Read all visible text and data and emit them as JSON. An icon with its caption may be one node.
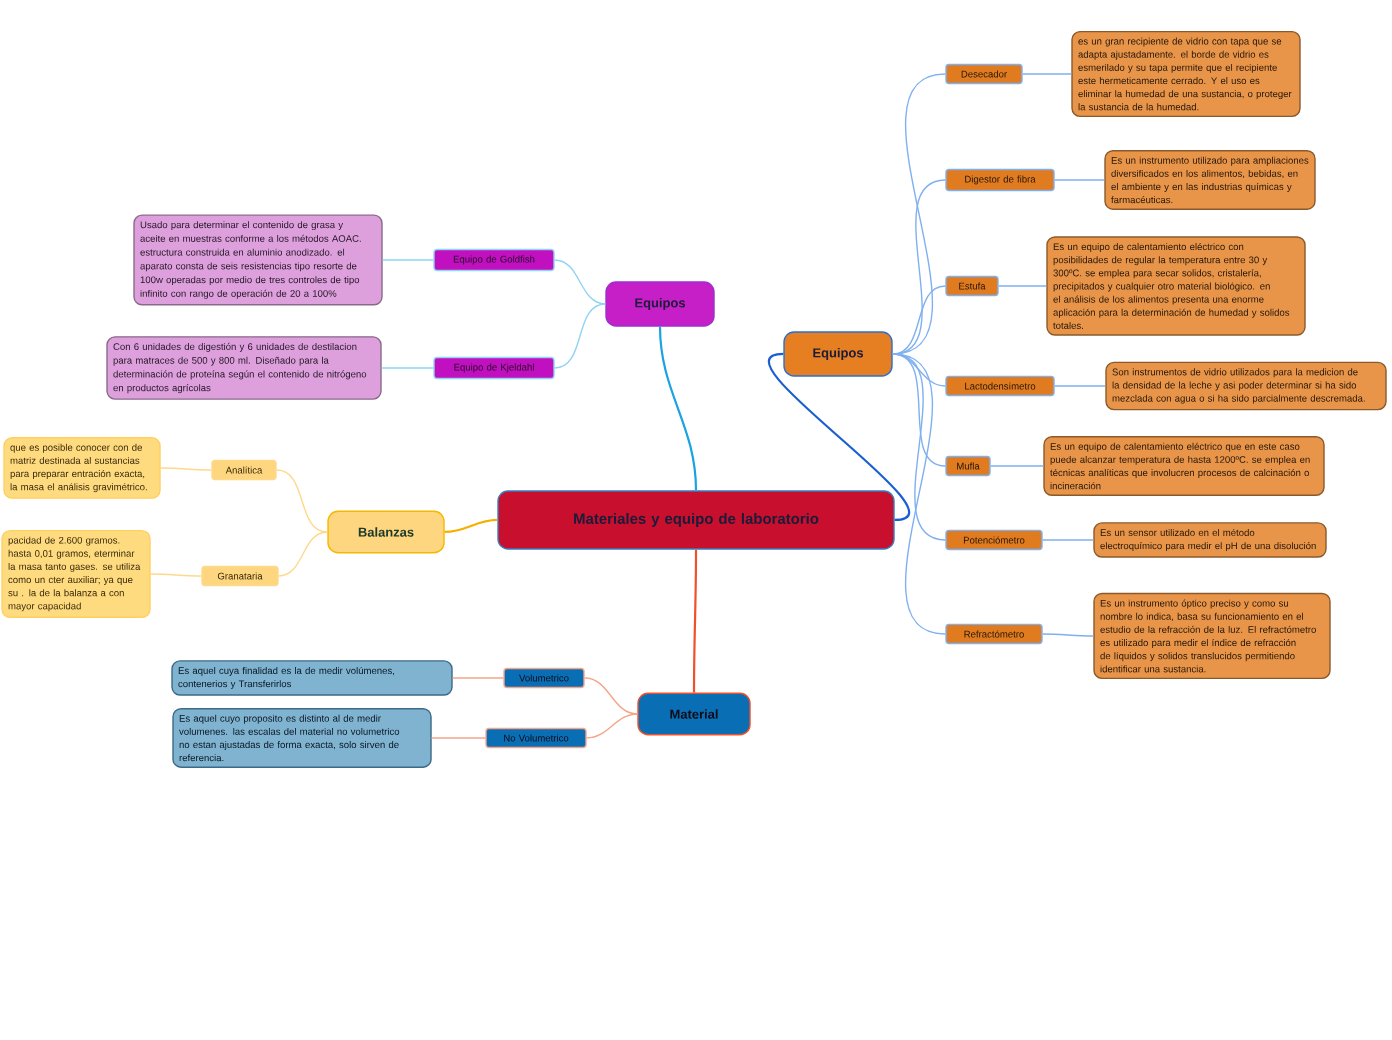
{
  "diagram": {
    "nodes": [
      {
        "text": [
          "Materiales y equipo de laboratorio"
        ]
      },
      {
        "text": [
          "Equipos"
        ]
      },
      {
        "text": [
          "Equipo de Goldfish"
        ]
      },
      {
        "text": [
          "Usado para determinar el contenido de grasa y aceite en muestras conforme a los métodos AOAC. estructura construida en aluminio anodizado. el aparato consta de seis resistencias tipo resorte de 100w operadas por medio de tres controles de tipo infinito con rango de operación de 20 a 100%"
        ]
      },
      {
        "text": [
          "Equipo de Kjeldahl"
        ]
      },
      {
        "text": [
          "Con 6 unidades de digestión y 6 unidades de destilacion para matraces de 500 y 800 ml. Diseñado para la determinación de proteína según el contenido de nitrógeno en productos agrícolas"
        ]
      },
      {
        "text": [
          "Equipos"
        ]
      },
      {
        "text": [
          "Desecador"
        ]
      },
      {
        "text": [
          "es un gran recipiente de vidrio con tapa que se adapta ajustadamente. el borde de vidrio es esmerilado y su tapa permite que el recipiente este hermeticamente cerrado. Y el uso es eliminar la humedad de una sustancia, o proteger la sustancia de la humedad."
        ]
      },
      {
        "text": [
          "Digestor de fibra"
        ]
      },
      {
        "text": [
          "Es un instrumento utilizado para ampliaciones diversificados en los alimentos, bebidas, en el ambiente y en las industrias químicas y farmacéuticas."
        ]
      },
      {
        "text": [
          "Estufa"
        ]
      },
      {
        "text": [
          "Es un equipo de calentamiento eléctrico con posibilidades de regular la temperatura entre 30 y 300ºC. se emplea para secar solidos, cristalería, precipitados y cualquier otro material biológico. en el análisis de los alimentos presenta una enorme aplicación para la determinación de humedad y solidos totales."
        ]
      },
      {
        "text": [
          "Lactodensímetro"
        ]
      },
      {
        "text": [
          "Son instrumentos de vidrio utilizados para la medicion de la densidad de la leche y asi poder determinar si ha sido mezclada con agua o si ha sido parcialmente descremada."
        ]
      },
      {
        "text": [
          "Mufla"
        ]
      },
      {
        "text": [
          "Es un equipo de calentamiento eléctrico que en este caso puede alcanzar temperatura de hasta 1200ºC. se emplea en técnicas analíticas que involucren procesos de calcinación o incineración"
        ]
      },
      {
        "text": [
          "Potenciómetro"
        ]
      },
      {
        "text": [
          "Es un sensor utilizado en el método electroquímico para medir el pH de una disolución"
        ]
      },
      {
        "text": [
          "Refractómetro"
        ]
      },
      {
        "text": [
          "Es un instrumento óptico preciso y como su nombre lo indica, basa su funcionamiento en el estudio de la refracción de la luz. El refractómetro es utilizado para medir el índice de refracción de líquidos y solidos translucidos permitiendo identificar una sustancia."
        ]
      },
      {
        "text": [
          "Balanzas"
        ]
      },
      {
        "text": [
          "Analítica"
        ]
      },
      {
        "text": [
          "que es posible conocer con de matriz destinada al sustancias para preparar entración exacta, la masa el análisis gravimétrico."
        ]
      },
      {
        "text": [
          "Granataria"
        ]
      },
      {
        "text": [
          "pacidad de 2.600 gramos. hasta 0,01 gramos, eterminar la masa tanto gases. se utiliza como un cter auxiliar; ya que su . la de la balanza a con mayor capacidad"
        ]
      },
      {
        "text": [
          "Material"
        ]
      },
      {
        "text": [
          "Volumetrico"
        ]
      },
      {
        "text": [
          "Es aquel cuya finalidad es la de medir volúmenes, contenerios y Transferirlos"
        ]
      },
      {
        "text": [
          "No Volumetrico"
        ]
      },
      {
        "text": [
          "Es aquel cuyo proposito es distinto al de medir volumenes. las escalas del material no volumetrico no estan ajustadas de forma exacta, solo sirven de referencia."
        ]
      }
    ],
    "edges": [
      {
        "from": 0,
        "to": 1,
        "arrow": "none",
        "color": "#1aa3e0"
      },
      {
        "from": 1,
        "to": 2,
        "arrow": "none",
        "color": "#8fd3f5"
      },
      {
        "from": 2,
        "to": 3,
        "arrow": "none",
        "color": "#8fd3f5"
      },
      {
        "from": 1,
        "to": 4,
        "arrow": "none",
        "color": "#8fd3f5"
      },
      {
        "from": 4,
        "to": 5,
        "arrow": "none",
        "color": "#8fd3f5"
      },
      {
        "from": 0,
        "to": 6,
        "arrow": "none",
        "color": "#1a5fd0"
      },
      {
        "from": 6,
        "to": 7,
        "arrow": "none",
        "color": "#7fb0f0"
      },
      {
        "from": 7,
        "to": 8,
        "arrow": "none",
        "color": "#7fb0f0"
      },
      {
        "from": 6,
        "to": 9,
        "arrow": "none",
        "color": "#7fb0f0"
      },
      {
        "from": 9,
        "to": 10,
        "arrow": "none",
        "color": "#7fb0f0"
      },
      {
        "from": 6,
        "to": 11,
        "arrow": "none",
        "color": "#7fb0f0"
      },
      {
        "from": 11,
        "to": 12,
        "arrow": "none",
        "color": "#7fb0f0"
      },
      {
        "from": 6,
        "to": 13,
        "arrow": "none",
        "color": "#7fb0f0"
      },
      {
        "from": 13,
        "to": 14,
        "arrow": "none",
        "color": "#7fb0f0"
      },
      {
        "from": 6,
        "to": 15,
        "arrow": "none",
        "color": "#7fb0f0"
      },
      {
        "from": 15,
        "to": 16,
        "arrow": "none",
        "color": "#7fb0f0"
      },
      {
        "from": 6,
        "to": 17,
        "arrow": "none",
        "color": "#7fb0f0"
      },
      {
        "from": 17,
        "to": 18,
        "arrow": "none",
        "color": "#7fb0f0"
      },
      {
        "from": 6,
        "to": 19,
        "arrow": "none",
        "color": "#7fb0f0"
      },
      {
        "from": 19,
        "to": 20,
        "arrow": "none",
        "color": "#7fb0f0"
      },
      {
        "from": 0,
        "to": 21,
        "arrow": "none",
        "color": "#f5b000"
      },
      {
        "from": 21,
        "to": 22,
        "arrow": "none",
        "color": "#ffd98a"
      },
      {
        "from": 22,
        "to": 23,
        "arrow": "none",
        "color": "#ffd98a"
      },
      {
        "from": 21,
        "to": 24,
        "arrow": "none",
        "color": "#ffd98a"
      },
      {
        "from": 24,
        "to": 25,
        "arrow": "none",
        "color": "#ffd98a"
      },
      {
        "from": 0,
        "to": 26,
        "arrow": "none",
        "color": "#f0502a"
      },
      {
        "from": 26,
        "to": 27,
        "arrow": "none",
        "color": "#f5a58a"
      },
      {
        "from": 27,
        "to": 28,
        "arrow": "none",
        "color": "#f5a58a"
      },
      {
        "from": 26,
        "to": 29,
        "arrow": "none",
        "color": "#f5a58a"
      },
      {
        "from": 29,
        "to": 30,
        "arrow": "none",
        "color": "#f5a58a"
      }
    ]
  }
}
